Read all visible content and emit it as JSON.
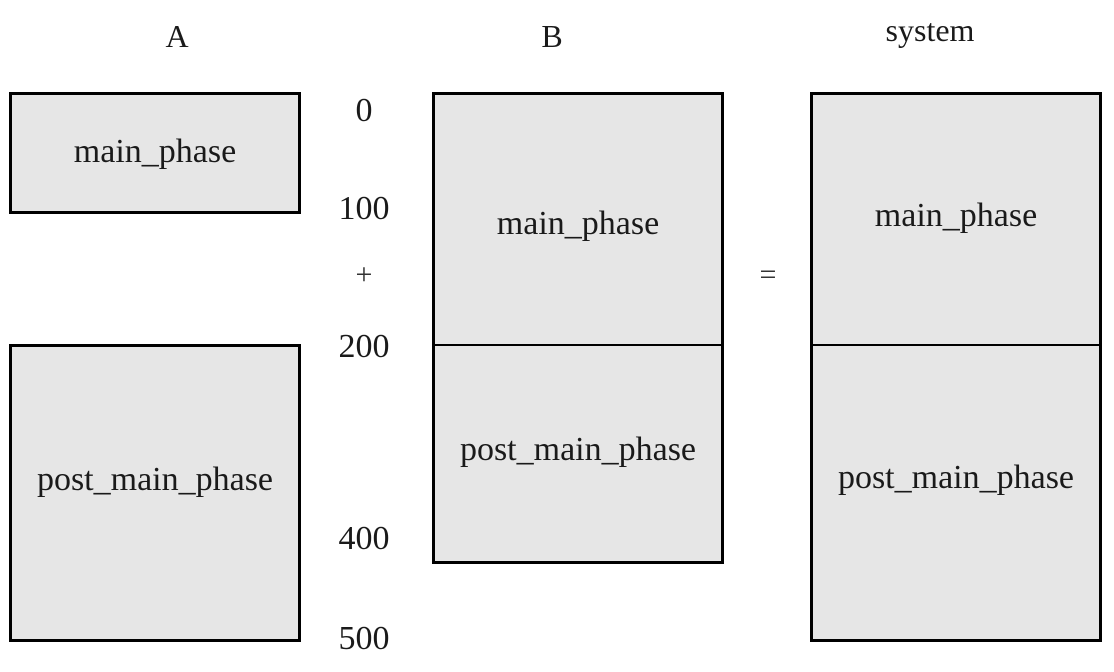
{
  "columns": {
    "a": {
      "title": "A",
      "blocks": [
        "main_phase",
        "post_main_phase"
      ]
    },
    "b": {
      "title": "B",
      "blocks": [
        "main_phase",
        "post_main_phase"
      ]
    },
    "system": {
      "title": "system",
      "blocks": [
        "main_phase",
        "post_main_phase"
      ]
    }
  },
  "scale": {
    "ticks": [
      "0",
      "100",
      "200",
      "400",
      "500"
    ]
  },
  "operators": {
    "plus": "+",
    "equals": "="
  }
}
